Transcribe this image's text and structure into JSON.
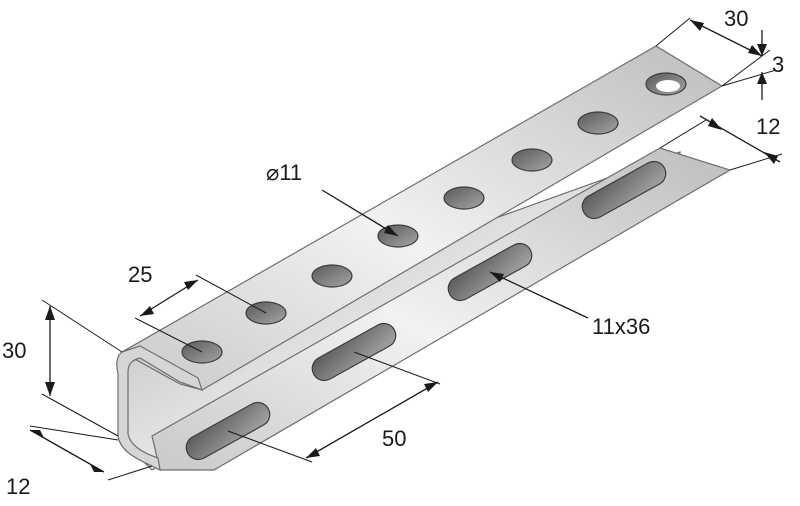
{
  "diagram": {
    "labels": {
      "top_width": "30",
      "thickness": "3",
      "flange_width": "12",
      "hole_diameter": "⌀11",
      "hole_pitch": "25",
      "height": "30",
      "slot_size": "11x36",
      "slot_pitch": "50",
      "bottom_flange": "12"
    },
    "colors": {
      "line": "#1a1a1a",
      "metal_light": "#eeeeee",
      "metal_dark": "#9a9a9a"
    }
  }
}
